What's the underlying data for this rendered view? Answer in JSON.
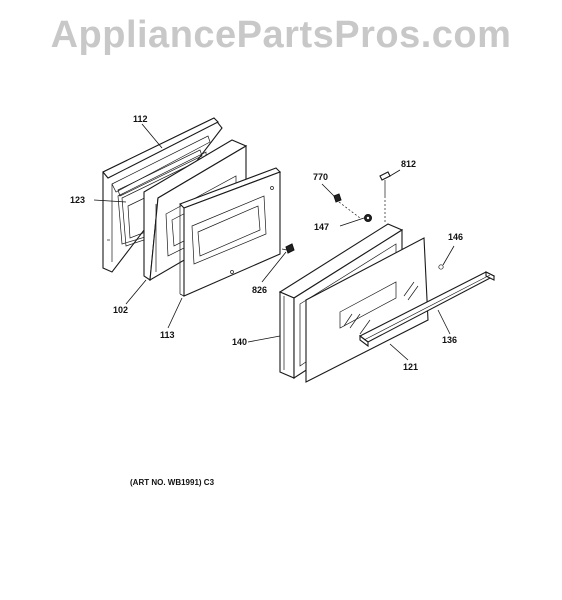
{
  "watermark": {
    "text": "AppliancePartsPros.com",
    "color": "#c8c8c8"
  },
  "diagram": {
    "labels": {
      "p112": "112",
      "p123": "123",
      "p102": "102",
      "p113": "113",
      "p826": "826",
      "p770": "770",
      "p812": "812",
      "p147": "147",
      "p146": "146",
      "p140": "140",
      "p136": "136",
      "p121": "121"
    },
    "art_number": "(ART NO. WB1991) C3"
  }
}
